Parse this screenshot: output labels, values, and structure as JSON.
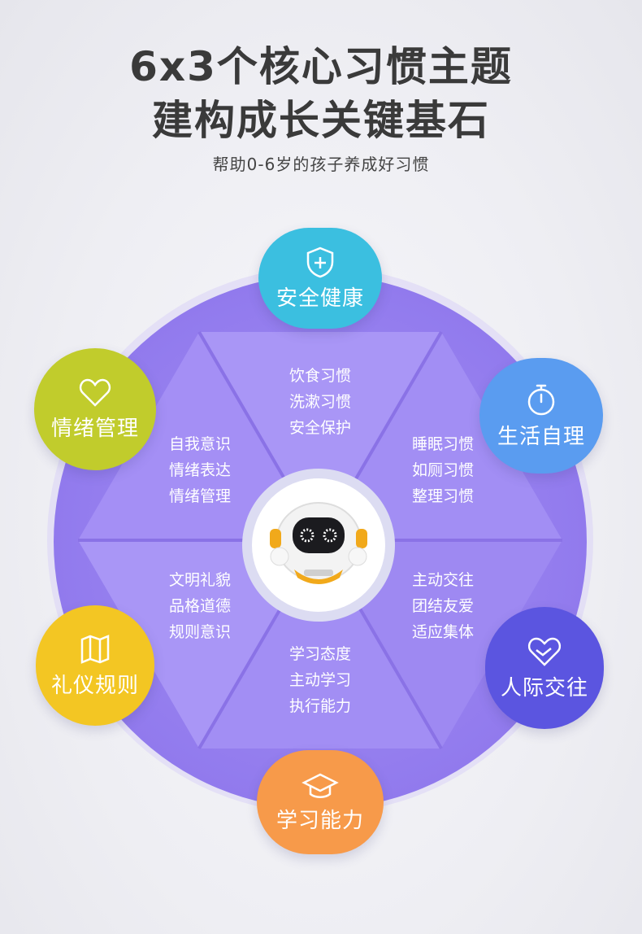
{
  "header": {
    "title_line1": "6x3个核心习惯主题",
    "title_line2": "建构成长关键基石",
    "subtitle": "帮助0-6岁的孩子养成好习惯"
  },
  "themes": [
    {
      "label": "安全健康",
      "icon": "shield-plus-icon",
      "color": "#3bbfe0",
      "habits": [
        "饮食习惯",
        "洗漱习惯",
        "安全保护"
      ]
    },
    {
      "label": "生活自理",
      "icon": "stopwatch-icon",
      "color": "#5a9cf0",
      "habits": [
        "睡眠习惯",
        "如厕习惯",
        "整理习惯"
      ]
    },
    {
      "label": "人际交往",
      "icon": "handshake-heart-icon",
      "color": "#5b55e0",
      "habits": [
        "主动交往",
        "团结友爱",
        "适应集体"
      ]
    },
    {
      "label": "学习能力",
      "icon": "graduation-cap-icon",
      "color": "#f79a4a",
      "habits": [
        "学习态度",
        "主动学习",
        "执行能力"
      ]
    },
    {
      "label": "礼仪规则",
      "icon": "map-icon",
      "color": "#f3c623",
      "habits": [
        "文明礼貌",
        "品格道德",
        "规则意识"
      ]
    },
    {
      "label": "情绪管理",
      "icon": "heart-icon",
      "color": "#c1cc2c",
      "habits": [
        "自我意识",
        "情绪表达",
        "情绪管理"
      ]
    }
  ],
  "colors": {
    "wheel": "#9b86f0",
    "hexagon": "#a894f5",
    "triangle_line": "#8a72e6"
  }
}
